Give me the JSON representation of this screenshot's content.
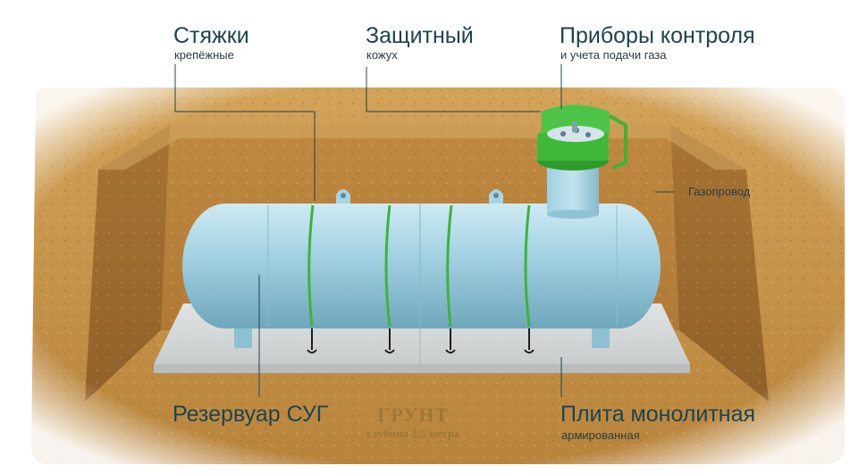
{
  "labels": {
    "ties_title": "Стяжки",
    "ties_sub": "крепёжные",
    "cover_title": "Защитный",
    "cover_sub": "кожух",
    "control_title": "Приборы контроля",
    "control_sub": "и учета подачи газа",
    "pipeline": "Газопровод",
    "tank": "Резервуар СУГ",
    "ground_title": "ГРУНТ",
    "ground_sub": "глубина 2,5 метра",
    "slab_title": "Плита монолитная",
    "slab_sub": "армированная"
  },
  "colors": {
    "soil": "#c9954a",
    "tank": "#a8d6e6",
    "slab": "#d9dcdc",
    "straps": "#3fb23a",
    "leader": "#1d4450"
  }
}
